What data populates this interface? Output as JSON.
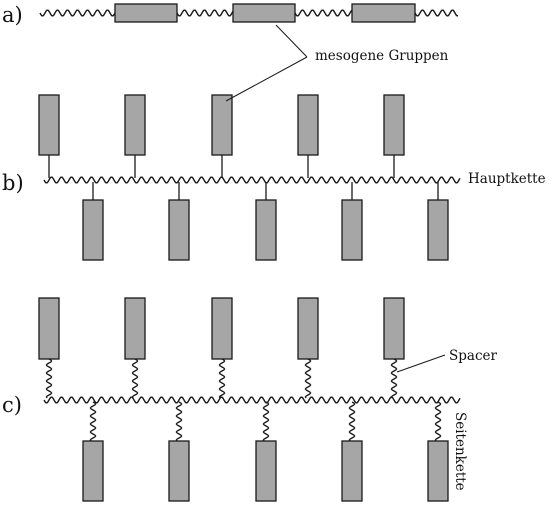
{
  "panels": {
    "a": "a)",
    "b": "b)",
    "c": "c)"
  },
  "annotations": {
    "mesogenic_groups": "mesogene Gruppen",
    "main_chain": "Hauptkette",
    "spacer": "Spacer",
    "side_chain": "Seitenkette"
  },
  "colors": {
    "mesogen_fill": "#a6a6a6",
    "line": "#1a1a1a"
  }
}
